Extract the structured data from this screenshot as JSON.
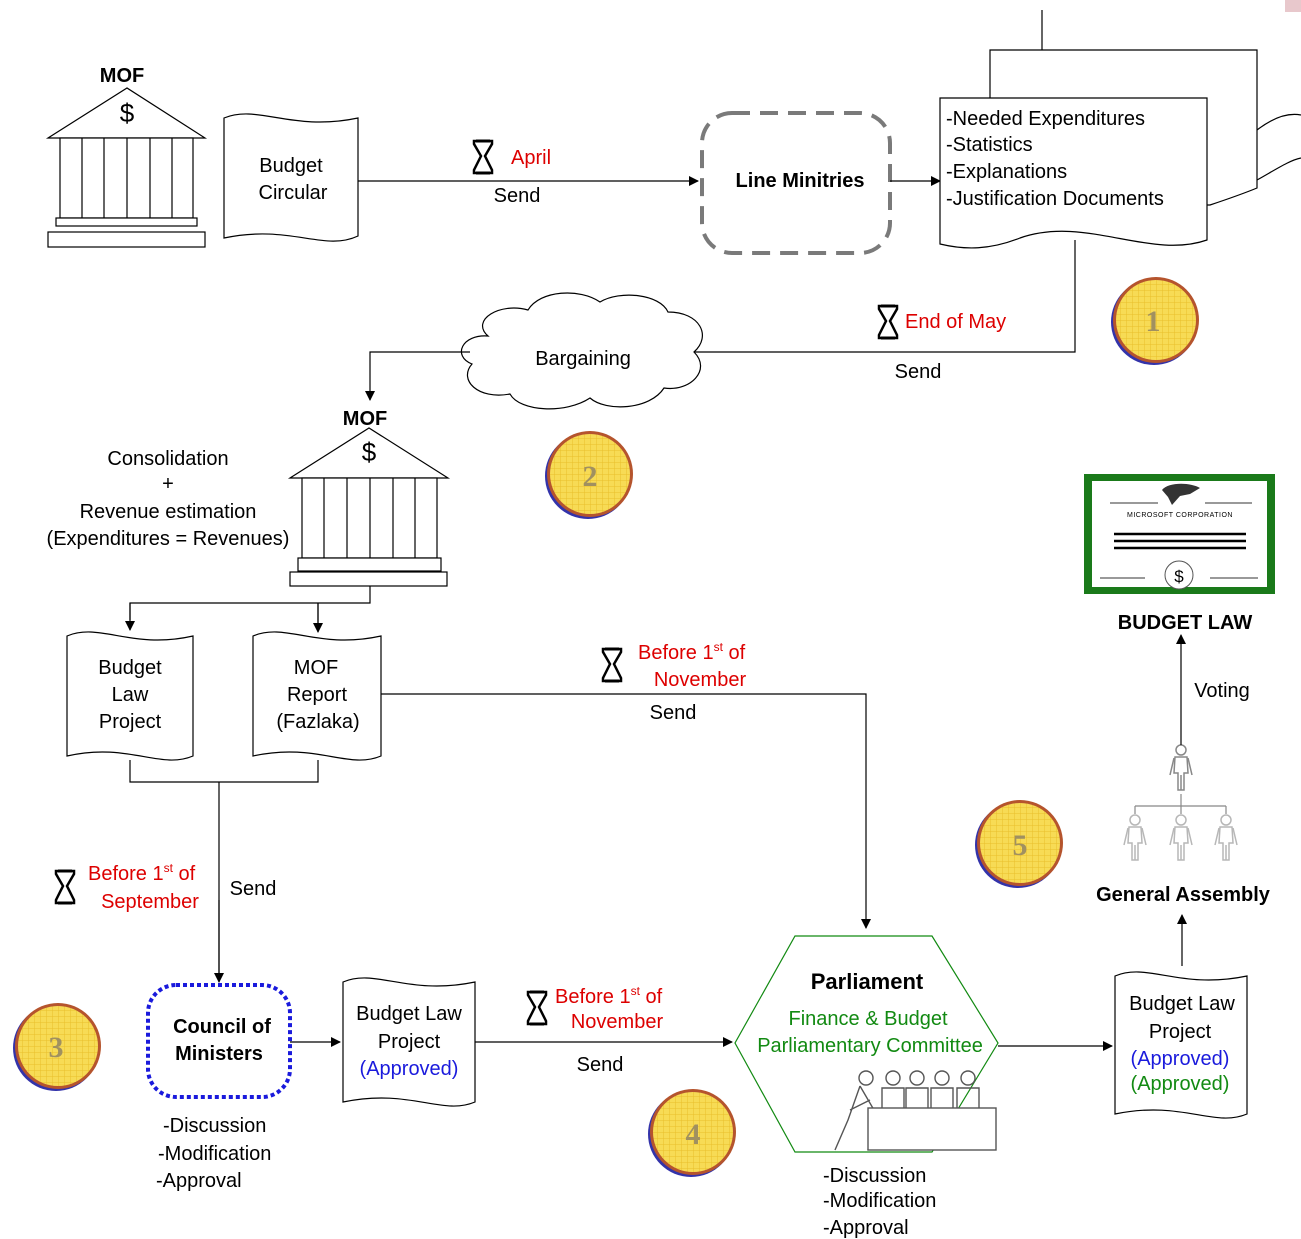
{
  "mof_1": {
    "label": "MOF",
    "symbol": "$"
  },
  "mof_2": {
    "label": "MOF",
    "symbol": "$"
  },
  "budget_circular": {
    "line1": "Budget",
    "line2": "Circular"
  },
  "send_april": {
    "time": "April",
    "action": "Send"
  },
  "line_ministries": {
    "label": "Line Minitries"
  },
  "documents": {
    "items": [
      "-Needed Expenditures",
      "-Statistics",
      "-Explanations",
      "-Justification Documents"
    ]
  },
  "send_may": {
    "time": "End of May",
    "action": "Send"
  },
  "bargaining": {
    "label": "Bargaining"
  },
  "consolidation": {
    "lines": [
      "Consolidation",
      "+",
      "Revenue estimation",
      "(Expenditures = Revenues)"
    ]
  },
  "budget_law_project": {
    "lines": [
      "Budget",
      "Law",
      "Project"
    ]
  },
  "mof_report": {
    "lines": [
      "MOF",
      "Report",
      "(Fazlaka)"
    ]
  },
  "send_nov_1": {
    "time_before": "Before 1",
    "time_sup": "st",
    "time_after": " of",
    "time_line2": "November",
    "action": "Send"
  },
  "send_sep": {
    "time_before": "Before 1",
    "time_sup": "st",
    "time_after": " of",
    "time_line2": "September",
    "action": "Send"
  },
  "council": {
    "line1": "Council of",
    "line2": "Ministers",
    "actions": [
      "-Discussion",
      "-Modification",
      "-Approval"
    ]
  },
  "blp_approved_1": {
    "line1": "Budget Law",
    "line2": "Project",
    "status": "(Approved)"
  },
  "send_nov_2": {
    "time_before": "Before 1",
    "time_sup": "st",
    "time_after": " of",
    "time_line2": "November",
    "action": "Send"
  },
  "parliament": {
    "title": "Parliament",
    "committee_line1": "Finance & Budget",
    "committee_line2": "Parliamentary Committee",
    "actions": [
      "-Discussion",
      "-Modification",
      "-Approval"
    ]
  },
  "blp_approved_2": {
    "line1": "Budget Law",
    "line2": "Project",
    "status1": "(Approved)",
    "status2": "(Approved)"
  },
  "general_assembly": {
    "label": "General Assembly"
  },
  "voting": {
    "label": "Voting"
  },
  "certificate": {
    "corp": "MICROSOFT CORPORATION",
    "symbol": "$"
  },
  "budget_law": {
    "label": "BUDGET LAW"
  },
  "steps": [
    "1",
    "2",
    "3",
    "4",
    "5"
  ],
  "colors": {
    "red": "#dd0000",
    "blue": "#1a1adc",
    "green": "#128a12",
    "coin_fill": "#f5d64e",
    "certificate_frame": "#1a7a1a"
  }
}
